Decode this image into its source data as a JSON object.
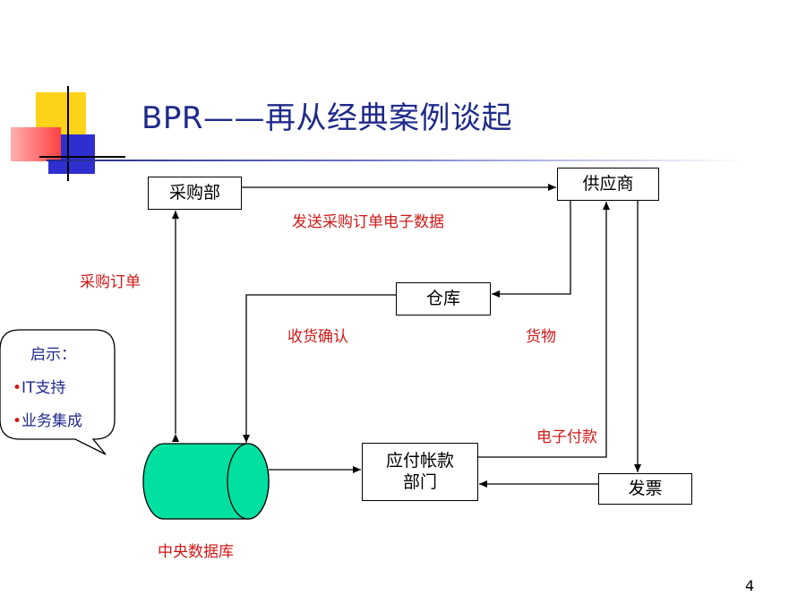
{
  "slide": {
    "title": "BPR——再从经典案例谈起",
    "page_number": "4"
  },
  "boxes": {
    "procurement": "采购部",
    "supplier": "供应商",
    "warehouse": "仓库",
    "accounts_payable_line1": "应付帐款",
    "accounts_payable_line2": "部门",
    "invoice": "发票"
  },
  "database_label": "中央数据库",
  "edge_labels": {
    "send_po_data": "发送采购订单电子数据",
    "purchase_order": "采购订单",
    "receipt_confirm": "收货确认",
    "goods": "货物",
    "e_payment": "电子付款"
  },
  "callout": {
    "heading": "启示：",
    "items": [
      {
        "bullet": "•",
        "text": "IT支持"
      },
      {
        "bullet": "•",
        "text": "业务集成"
      }
    ]
  },
  "colors": {
    "title": "#1f2a8a",
    "label_red": "#d01818",
    "database_fill": "#00e0a0",
    "logo_yellow": "#ffd21a",
    "logo_red": "#ff5a5a",
    "logo_blue": "#2f2fd0"
  }
}
